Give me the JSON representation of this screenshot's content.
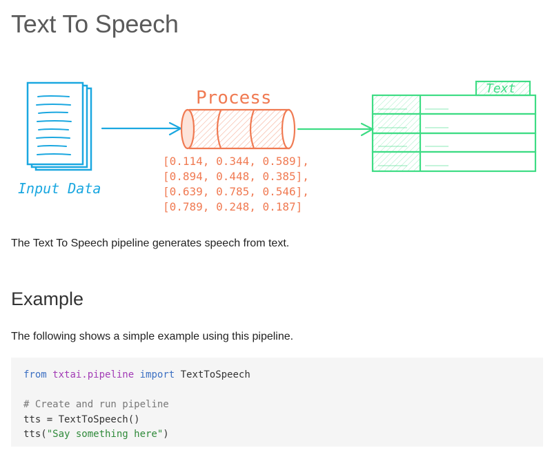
{
  "title": "Text To Speech",
  "diagram": {
    "input_label": "Input Data",
    "process_label": "Process",
    "output_label": "Text",
    "vectors": [
      "[0.114, 0.344, 0.589],",
      "[0.894, 0.448, 0.385],",
      "[0.639, 0.785, 0.546],",
      "[0.789, 0.248, 0.187]"
    ],
    "colors": {
      "input": "#1aa7e0",
      "process": "#f07a52",
      "output": "#3ddc84"
    }
  },
  "intro": "The Text To Speech pipeline generates speech from text.",
  "example": {
    "heading": "Example",
    "text": "The following shows a simple example using this pipeline.",
    "code": {
      "line1": {
        "from": "from",
        "module": "txtai.pipeline",
        "import": "import",
        "name": "TextToSpeech"
      },
      "line3": "# Create and run pipeline",
      "line4": "tts = TextToSpeech()",
      "line5": {
        "prefix": "tts(",
        "string": "\"Say something here\"",
        "suffix": ")"
      }
    }
  }
}
